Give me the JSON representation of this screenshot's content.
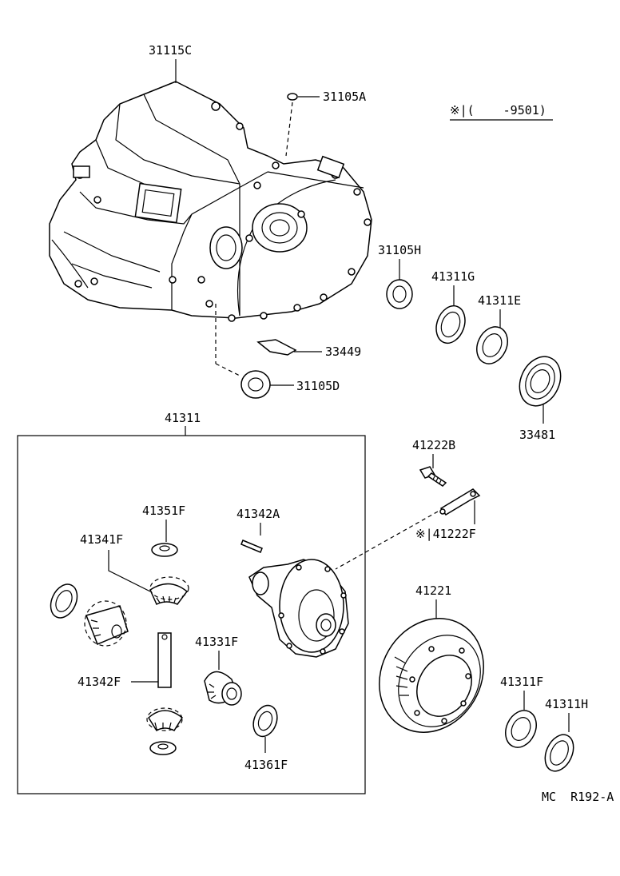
{
  "note": {
    "symbol": "※",
    "bar": "|",
    "range_open": "(",
    "range_end": "-9501)"
  },
  "labels": {
    "p31115C": "31115C",
    "p31105A": "31105A",
    "p31105H": "31105H",
    "p41311G": "41311G",
    "p41311E": "41311E",
    "p33449": "33449",
    "p31105D": "31105D",
    "p33481": "33481",
    "p41311": "41311",
    "p41222B": "41222B",
    "p41222F": "41222F",
    "p41351F": "41351F",
    "p41342A": "41342A",
    "p41341F": "41341F",
    "p41221": "41221",
    "p41331F": "41331F",
    "p41342F": "41342F",
    "p41311F": "41311F",
    "p41311H": "41311H",
    "p41361F": "41361F"
  },
  "marker_41222F": "※|",
  "figure_code": "MC  R192-A"
}
